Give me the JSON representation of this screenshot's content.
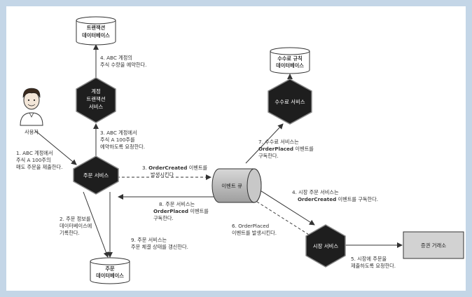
{
  "user": {
    "label": "사용자"
  },
  "nodes": {
    "order_service": "주문 서비스",
    "account_service": [
      "계정",
      "트랜잭션",
      "서비스"
    ],
    "fee_service": "수수료 서비스",
    "market_service": "시장 서비스",
    "event_queue": "이벤트 큐",
    "exchange": "증권 거래소"
  },
  "databases": {
    "transaction_db": [
      "트랜잭션",
      "데이터베이스"
    ],
    "fee_rule_db": [
      "수수료 규칙",
      "데이터베이스"
    ],
    "order_db": [
      "주문",
      "데이터베이스"
    ]
  },
  "steps": {
    "s1": [
      "1. ABC 계정에서",
      "주식 A 100주의",
      "매도 주문을 제출한다."
    ],
    "s2": [
      "2. 주문 정보를",
      "데이터베이스에",
      "기록한다."
    ],
    "s3": [
      "3. ABC 계정에서",
      "주식 A 100주를",
      "예약하도록 요청한다."
    ],
    "s3b": [
      "3. ",
      "OrderCreated",
      " 이벤트를",
      "발생시킨다"
    ],
    "s4a": [
      "4. ABC 계정의",
      "주식 수량을 예약한다."
    ],
    "s4b": [
      "4. 시장 주문 서비스는",
      "OrderCreated",
      " 이벤트를 구독한다."
    ],
    "s5": [
      "5. 시장에 주문을",
      "제출하도록 요청한다."
    ],
    "s6": [
      "6. OrderPlaced",
      "이벤트를 발생시킨다."
    ],
    "s7": [
      "7. 수수료 서비스는",
      "OrderPlaced",
      " 이벤트를",
      "구독한다."
    ],
    "s8": [
      "8. 주문 서비스는",
      "OrderPlaced",
      " 이벤트를",
      "구독한다."
    ],
    "s9": [
      "9. 주문 서비스는",
      "주문 체결 상태를 갱신한다."
    ]
  },
  "colors": {
    "hexagon": "#222222",
    "queue": "#b5b5b5",
    "arrow": "#333333"
  }
}
